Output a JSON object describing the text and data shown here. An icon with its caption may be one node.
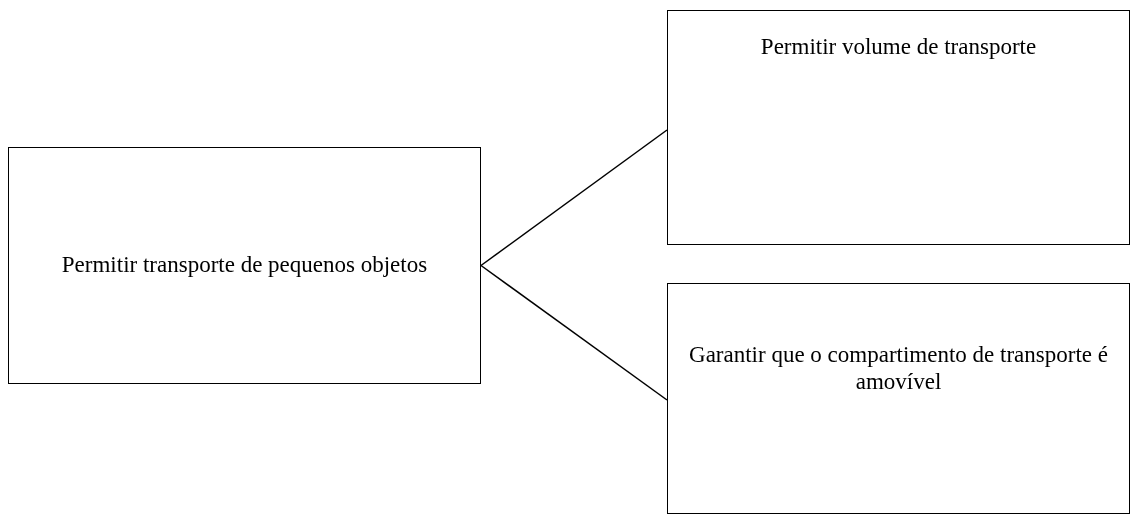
{
  "diagram": {
    "nodes": [
      {
        "text": [
          "Permitir transporte de pequenos objetos"
        ]
      },
      {
        "text": [
          "Permitir volume de transporte"
        ]
      },
      {
        "text": [
          "Garantir que o compartimento de transporte é amovível"
        ]
      }
    ],
    "edges": [
      {
        "from": 0,
        "to": 1,
        "arrow": "none"
      },
      {
        "from": 0,
        "to": 2,
        "arrow": "none"
      }
    ]
  }
}
